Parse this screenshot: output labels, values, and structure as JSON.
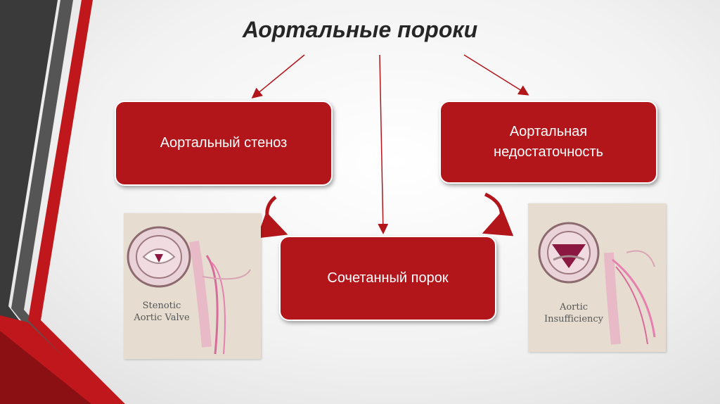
{
  "title": "Аортальные пороки",
  "boxes": {
    "left": "Аортальный стеноз",
    "right": "Аортальная\nнедостаточность",
    "center": "Сочетанный порок"
  },
  "images": {
    "left_caption": "Stenotic\nAortic Valve",
    "right_caption": "Aortic\nInsufficiency"
  },
  "colors": {
    "box_fill": "#b2161b",
    "accent_red": "#c0171c",
    "accent_gray": "#4d4d4d"
  }
}
